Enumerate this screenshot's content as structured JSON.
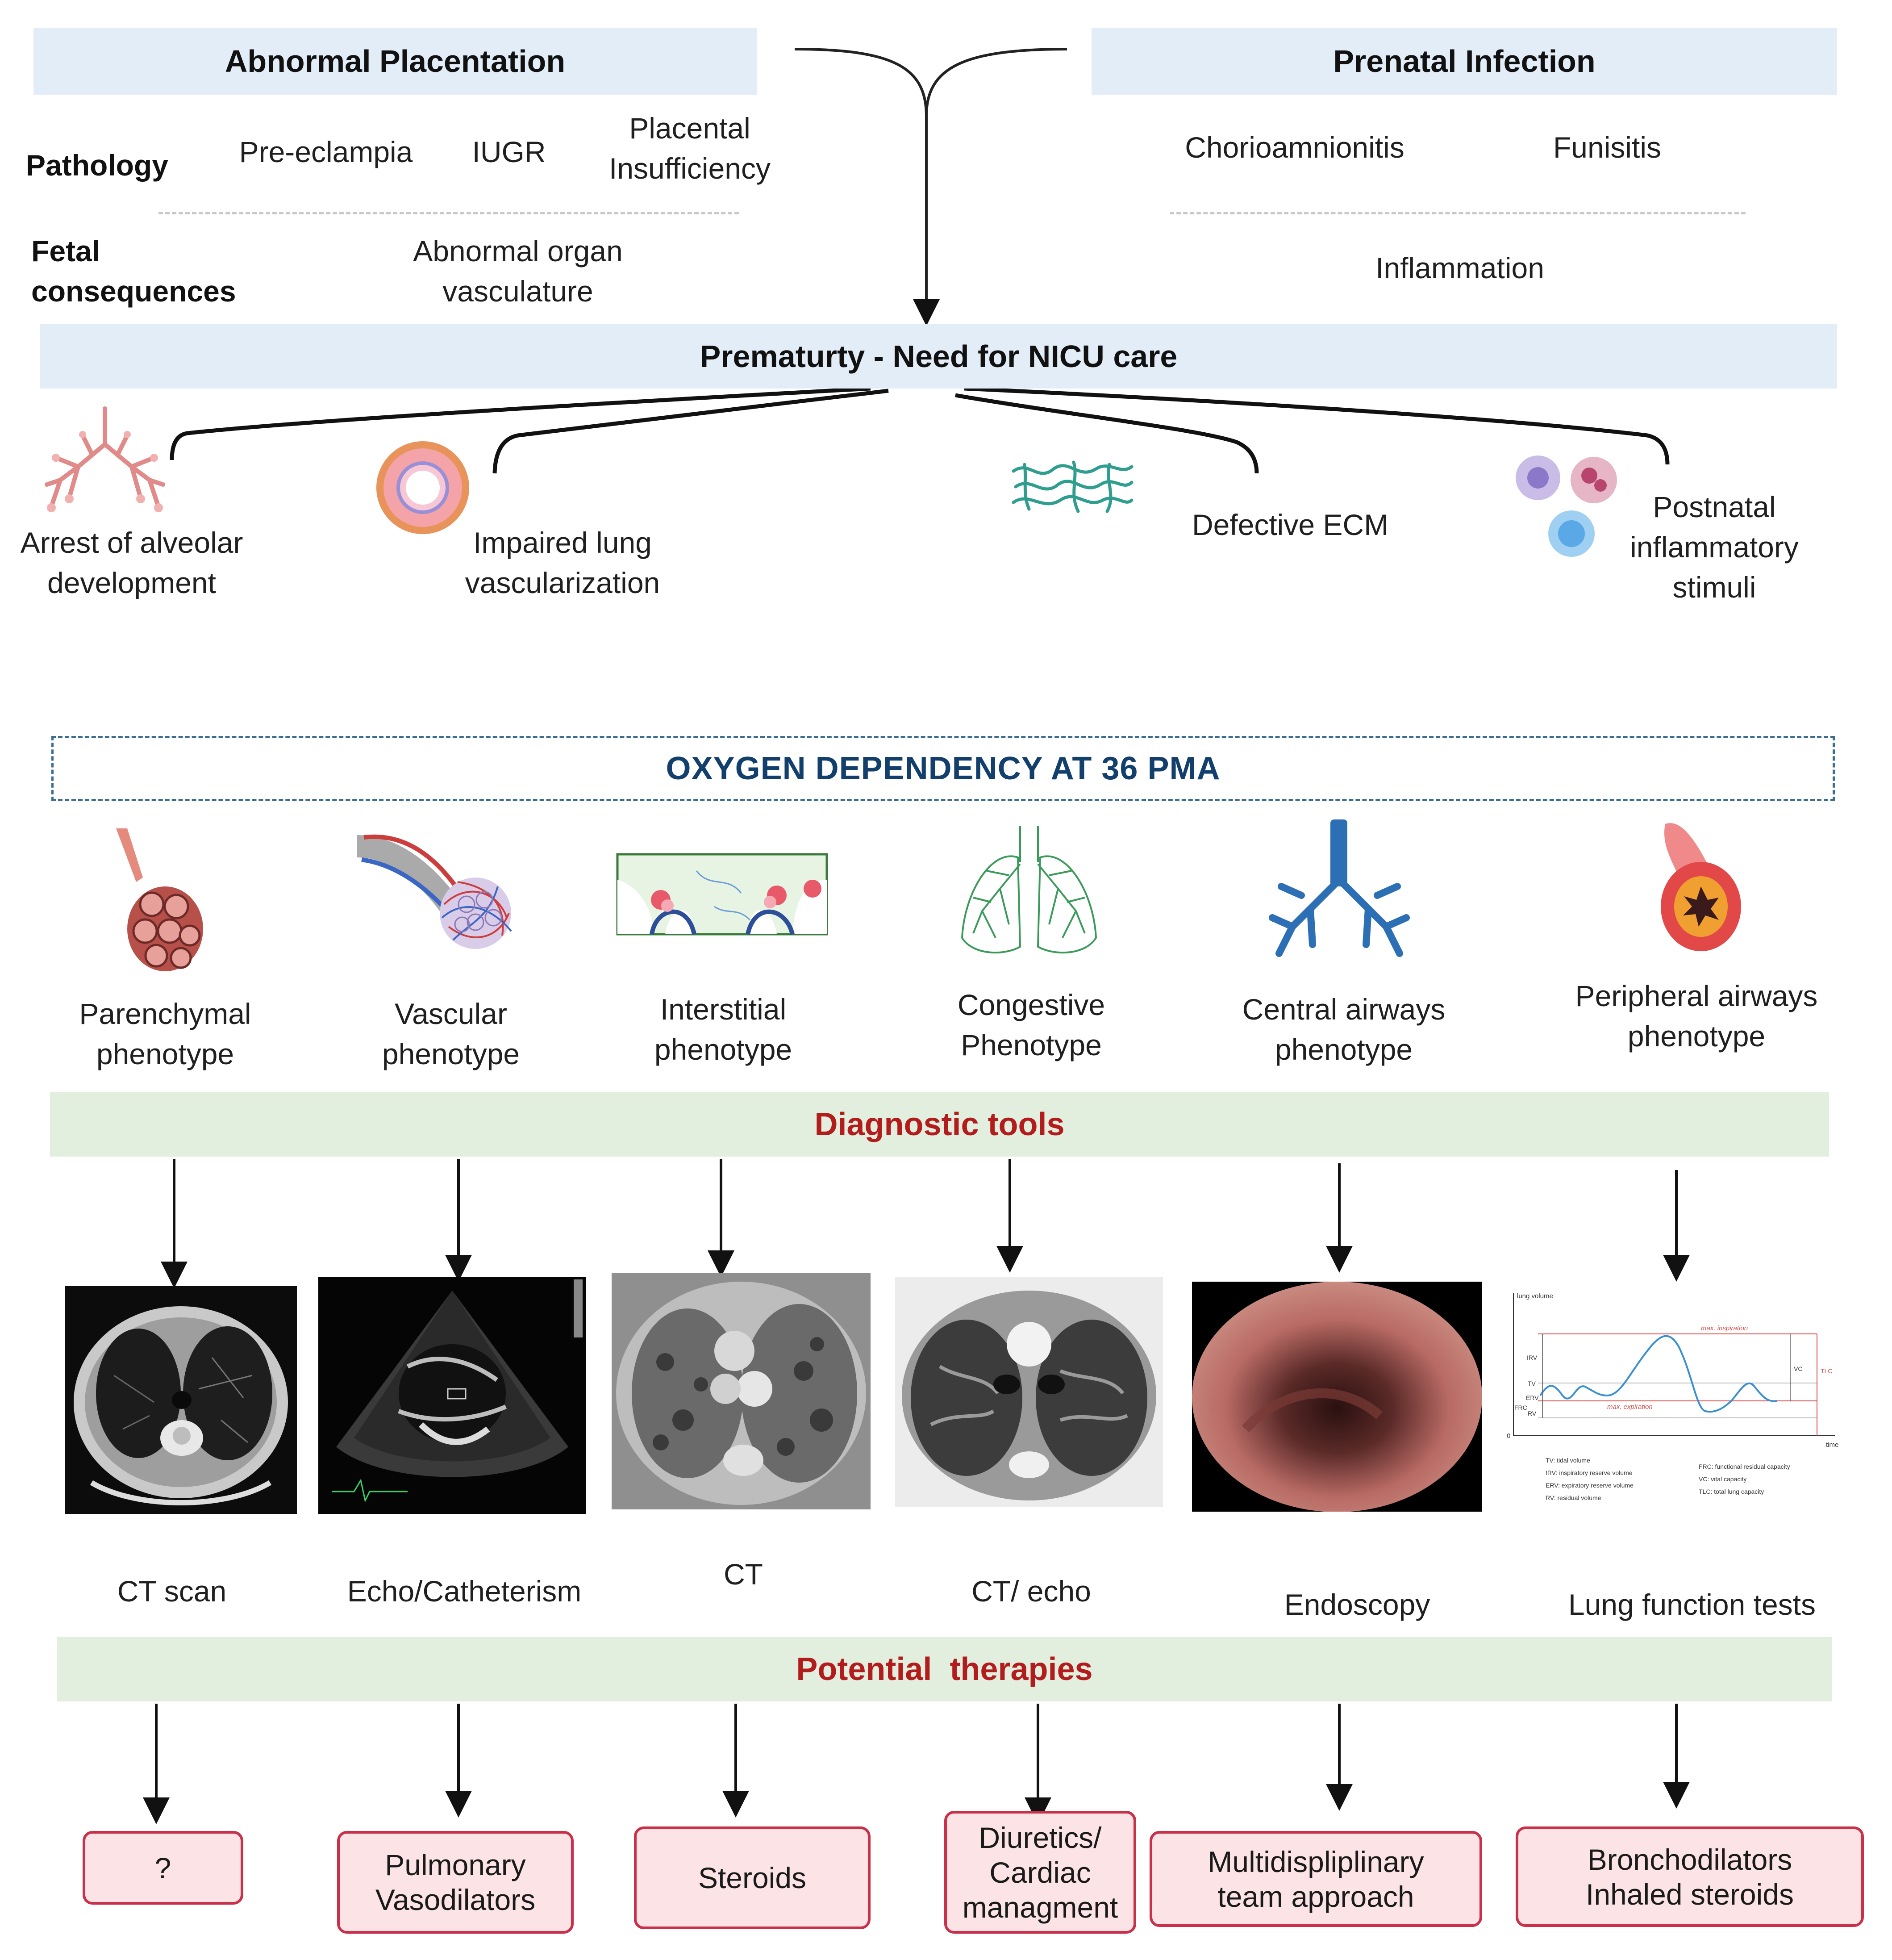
{
  "top": {
    "left_header": "Abnormal Placentation",
    "right_header": "Prenatal Infection",
    "pathology_label": "Pathology",
    "fetal_label_1": "Fetal",
    "fetal_label_2": "consequences",
    "left_pathologies": [
      "Pre-eclampia",
      "IUGR",
      "Placental",
      "Insufficiency"
    ],
    "left_consequence": [
      "Abnormal organ",
      "vasculature"
    ],
    "right_pathologies": [
      "Chorioamnionitis",
      "Funisitis"
    ],
    "right_consequence": "Inflammation"
  },
  "nicu_banner": "Prematurty - Need for NICU care",
  "mechanisms": [
    {
      "line1": "Arrest of alveolar",
      "line2": "development",
      "icon": "alveoli-icon"
    },
    {
      "line1": "Impaired lung",
      "line2": "vascularization",
      "icon": "vessel-cross-section-icon"
    },
    {
      "line1": "Defective ECM",
      "line2": "",
      "icon": "ecm-fibers-icon"
    },
    {
      "line1": "Postnatal",
      "line2": "inflammatory",
      "line3": "stimuli",
      "icon": "inflammatory-cells-icon"
    }
  ],
  "oxygen_banner": "OXYGEN DEPENDENCY AT 36 PMA",
  "phenotypes": [
    {
      "line1": "Parenchymal",
      "line2": "phenotype",
      "icon": "parenchyma-icon"
    },
    {
      "line1": "Vascular",
      "line2": "phenotype",
      "icon": "vascular-icon"
    },
    {
      "line1": "Interstitial",
      "line2": "phenotype",
      "icon": "interstitium-icon"
    },
    {
      "line1": "Congestive",
      "line2": "Phenotype",
      "icon": "lungs-icon"
    },
    {
      "line1": "Central airways",
      "line2": "phenotype",
      "icon": "bronchial-tree-icon"
    },
    {
      "line1": "Peripheral airways",
      "line2": "phenotype",
      "icon": "airway-section-icon"
    }
  ],
  "diagnostic_banner": "Diagnostic tools",
  "diagnostics": [
    "CT scan",
    "Echo/Catheterism",
    "CT",
    "CT/ echo",
    "Endoscopy",
    "Lung function tests"
  ],
  "lung_function_graph": {
    "y_label": "lung volume",
    "x_label": "time",
    "max_insp": "max. inspiration",
    "max_exp": "max. expiration",
    "irv": "IRV",
    "tv": "TV",
    "erv": "ERV",
    "rv": "RV",
    "frc": "FRC",
    "vc": "VC",
    "tlc": "TLC",
    "zero": "0",
    "legend_left": [
      "TV:    tidal volume",
      "IRV:   inspiratory reserve volume",
      "ERV:   expiratory reserve volume",
      "RV:    residual volume"
    ],
    "legend_right": [
      "FRC:   functional residual capacity",
      "VC:    vital capacity",
      "TLC:   total lung capacity"
    ]
  },
  "therapies_banner": "Potential  therapies",
  "therapies": [
    [
      "?"
    ],
    [
      "Pulmonary",
      "Vasodilators"
    ],
    [
      "Steroids"
    ],
    [
      "Diuretics/",
      "Cardiac",
      "managment"
    ],
    [
      "Multidispliplinary",
      "team approach"
    ],
    [
      "Bronchodilators",
      "Inhaled steroids"
    ]
  ],
  "colors": {
    "blue_banner": "#e3edf8",
    "green_banner": "#e2efde",
    "red_title": "#b31c1c",
    "navy_title": "#123f6b",
    "therapy_border": "#c9304a",
    "therapy_fill": "#fbe3e6"
  }
}
